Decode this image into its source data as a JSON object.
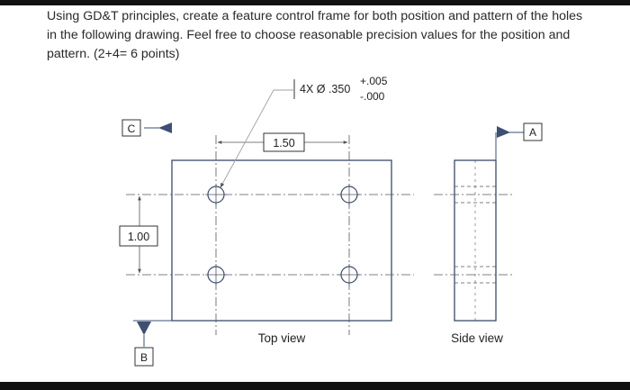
{
  "question": {
    "line1": "Using GD&T principles, create a feature control frame for both position and pattern of the holes",
    "line2": "in the following drawing. Feel free to choose reasonable precision values for the position and",
    "line3": "pattern. (2+4= 6 points)"
  },
  "drawing": {
    "hole_callout": "4X Ø .350",
    "tol_plus": "+.005",
    "tol_minus": "-.000",
    "dim_horizontal": "1.50",
    "dim_vertical": "1.00",
    "datum_c": "C",
    "datum_a": "A",
    "datum_b": "B",
    "top_view_label": "Top view",
    "side_view_label": "Side view"
  },
  "colors": {
    "outline": "#3a4a6a",
    "datum_triangle": "#3d4f73",
    "leader": "#9aa0aa"
  }
}
